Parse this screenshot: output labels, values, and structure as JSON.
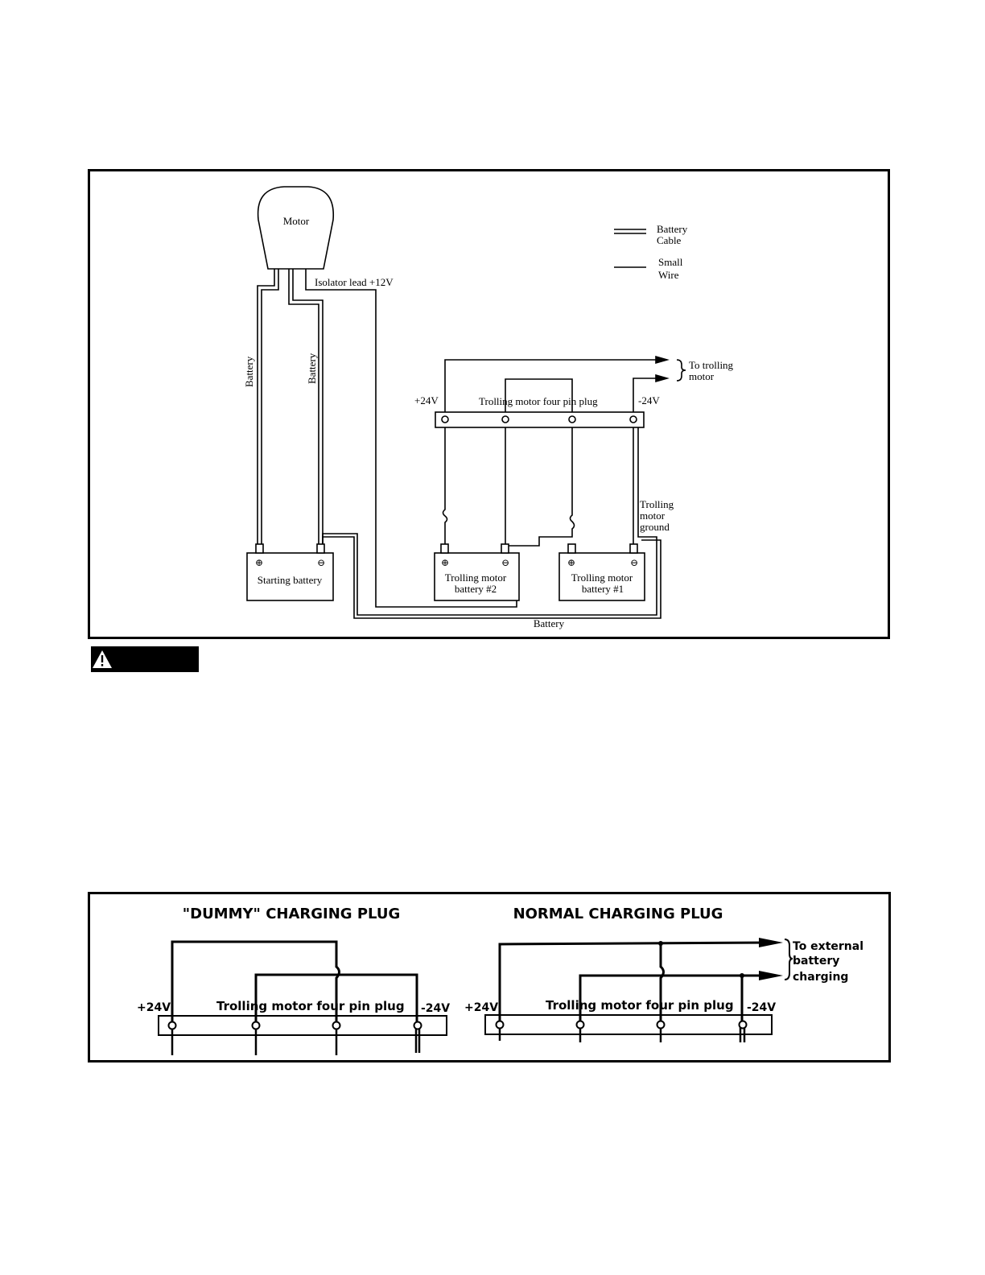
{
  "wiring_diagram": {
    "motor_label": "Motor",
    "isolator_label": "Isolator lead +12V",
    "legend": {
      "cable_line1": "Battery",
      "cable_line2": "Cable",
      "wire_line1": "Small",
      "wire_line2": "Wire"
    },
    "battery_lead_left": "Battery",
    "battery_lead_right": "Battery",
    "to_trolling_line1": "To trolling",
    "to_trolling_line2": "motor",
    "plus24": "+24V",
    "minus24": "-24V",
    "plug_label": "Trolling motor four pin plug",
    "ground_line1": "Trolling",
    "ground_line2": "motor",
    "ground_line3": "ground",
    "starting_battery": "Starting battery",
    "tm2_line1": "Trolling motor",
    "tm2_line2": "battery #2",
    "tm1_line1": "Trolling motor",
    "tm1_line2": "battery #1",
    "bottom_battery": "Battery",
    "plus_symbol": "⊕",
    "minus_symbol": "⊖"
  },
  "charging_plugs": {
    "dummy_title": "\"DUMMY\" CHARGING PLUG",
    "normal_title": "NORMAL CHARGING PLUG",
    "plus24": "+24V",
    "minus24": "-24V",
    "plug_label": "Trolling motor four pin plug",
    "ext_line1": "To external",
    "ext_line2": "battery",
    "ext_line3": "charging"
  }
}
